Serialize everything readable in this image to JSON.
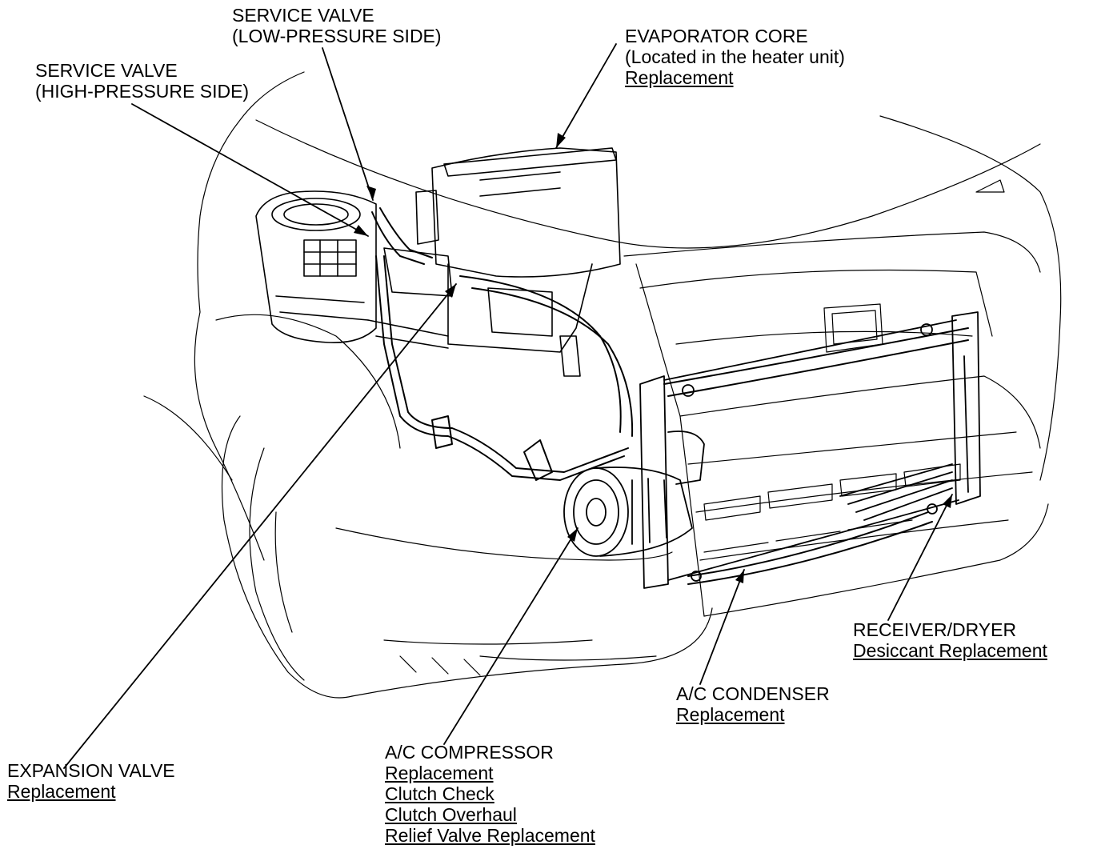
{
  "labels": {
    "service_valve_low": {
      "line1": "SERVICE VALVE",
      "line2": "(LOW-PRESSURE SIDE)"
    },
    "service_valve_high": {
      "line1": "SERVICE VALVE",
      "line2": "(HIGH-PRESSURE SIDE)"
    },
    "evaporator_core": {
      "title": "EVAPORATOR CORE",
      "note": "(Located in the heater unit)",
      "links": [
        "Replacement"
      ]
    },
    "expansion_valve": {
      "title": "EXPANSION VALVE",
      "links": [
        "Replacement"
      ]
    },
    "ac_compressor": {
      "title": "A/C COMPRESSOR",
      "links": [
        "Replacement",
        "Clutch Check",
        "Clutch Overhaul",
        "Relief Valve Replacement"
      ]
    },
    "ac_condenser": {
      "title": "A/C CONDENSER",
      "links": [
        "Replacement"
      ]
    },
    "receiver_dryer": {
      "title": "RECEIVER/DRYER",
      "links": [
        "Desiccant Replacement"
      ]
    }
  }
}
